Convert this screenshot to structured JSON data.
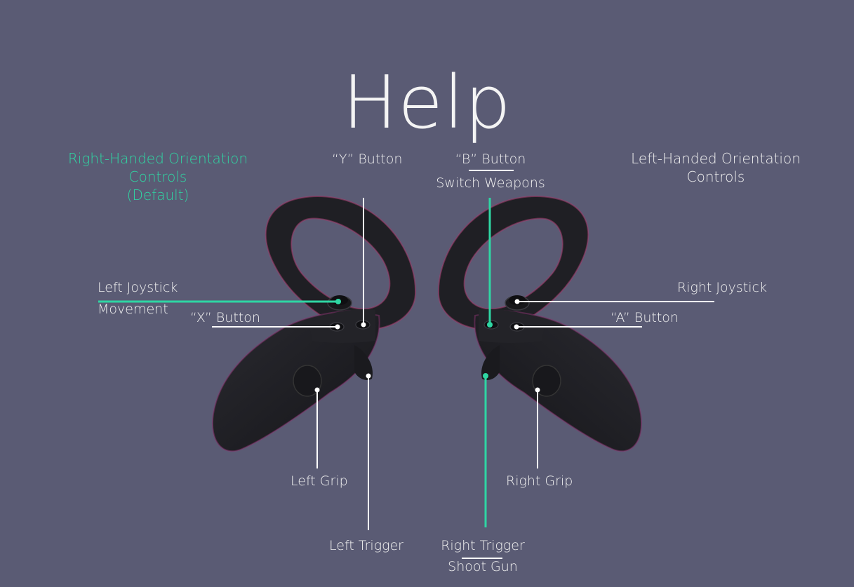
{
  "title": "Help",
  "orientation": {
    "right_handed": [
      "Right-Handed Orientation",
      "Controls",
      "(Default)"
    ],
    "left_handed": [
      "Left-Handed Orientation",
      "Controls"
    ],
    "active": "right_handed"
  },
  "labels": {
    "y_button": "“Y” Button",
    "b_button": "“B” Button",
    "b_button_action": "Switch Weapons",
    "left_joystick": "Left Joystick",
    "left_joystick_action": "Movement",
    "x_button": "“X” Button",
    "right_joystick": "Right Joystick",
    "a_button": "“A” Button",
    "left_grip": "Left Grip",
    "right_grip": "Right Grip",
    "left_trigger": "Left Trigger",
    "right_trigger": "Right Trigger",
    "right_trigger_action": "Shoot Gun"
  },
  "colors": {
    "background": "#5a5b74",
    "accent": "#2fd6a3",
    "text": "#f0f0f0",
    "controller": "#1d1d22"
  }
}
